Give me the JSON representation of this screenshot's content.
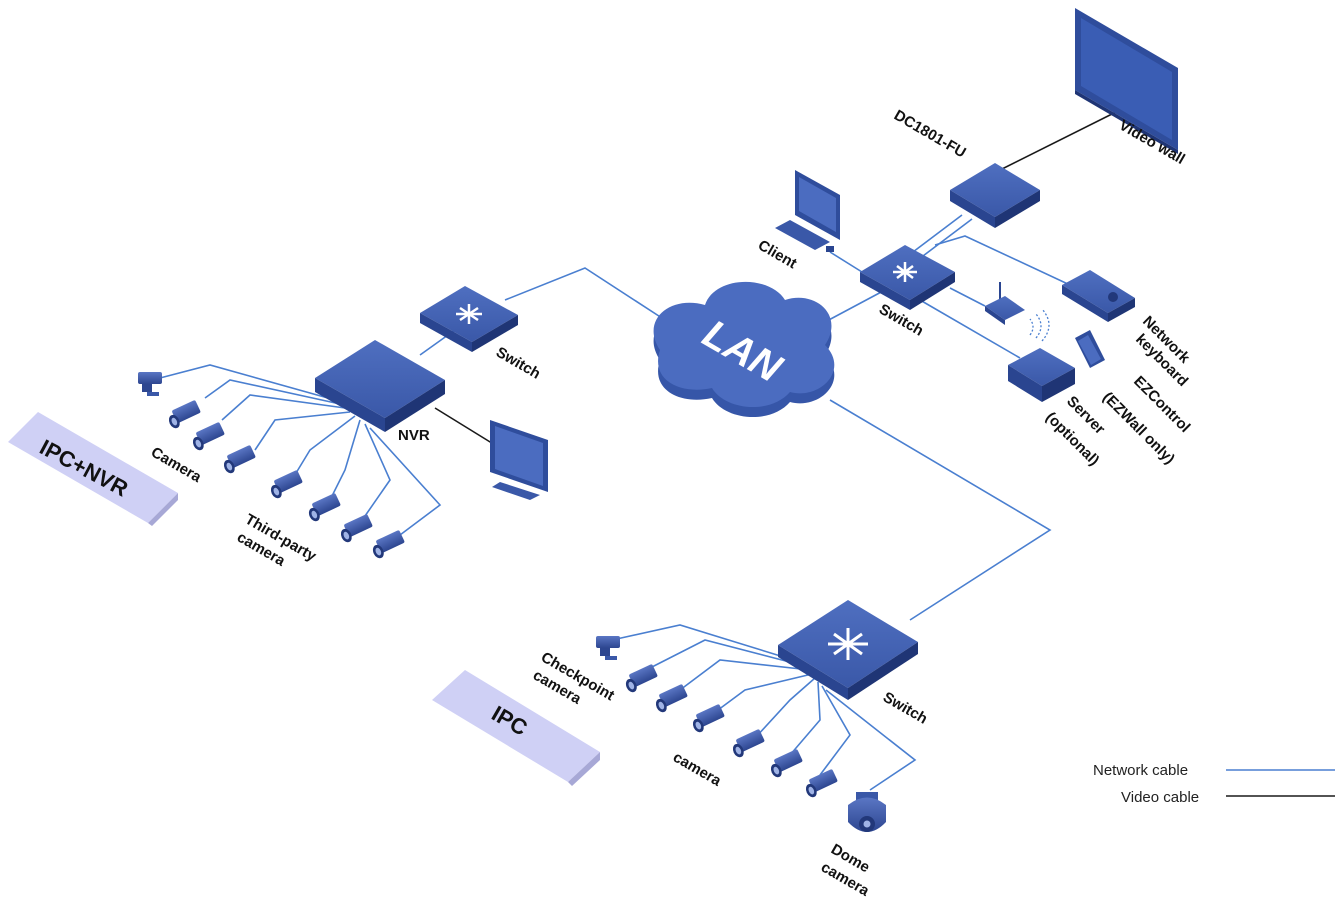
{
  "zones": {
    "ipc_nvr": "IPC+NVR",
    "ipc": "IPC"
  },
  "cloud": {
    "label": "LAN"
  },
  "devices": {
    "dc1801": "DC1801-FU",
    "video_wall": "Video wall",
    "client": "Client",
    "switch_top_right": "Switch",
    "network_keyboard_1": "Network",
    "network_keyboard_2": "keyboard",
    "ezcontrol_1": "EZControl",
    "ezcontrol_2": "(EZWall only)",
    "server_1": "Server",
    "server_2": "(optional)",
    "switch_left": "Switch",
    "nvr": "NVR",
    "camera_left": "Camera",
    "third_party_1": "Third-party",
    "third_party_2": "camera",
    "switch_bottom": "Switch",
    "checkpoint_1": "Checkpoint",
    "checkpoint_2": "camera",
    "camera_bottom": "camera",
    "dome_1": "Dome",
    "dome_2": "camera"
  },
  "legend": {
    "network": "Network cable",
    "video": "Video cable"
  },
  "colors": {
    "network_cable": "#4a7fd0",
    "video_cable": "#1a1a1a",
    "device": "#3a5aa8",
    "zone_tag": "#cfd0f5"
  }
}
